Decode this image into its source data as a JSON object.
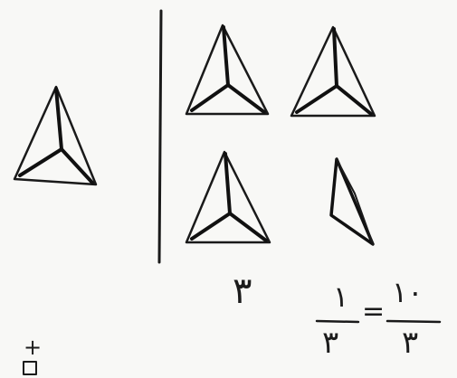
{
  "equation": {
    "whole": "۳",
    "numerator": "۱",
    "denominator": "۳",
    "equals": "=",
    "result_numerator": "۱۰",
    "result_denominator": "۳"
  },
  "mark": {
    "plus": "+"
  },
  "figures": {
    "unit_count": 1,
    "group_count": 4,
    "partial_piece_count": 1
  },
  "colors": {
    "paper": "#f8f8f6",
    "ink": "#1a1a1a"
  }
}
